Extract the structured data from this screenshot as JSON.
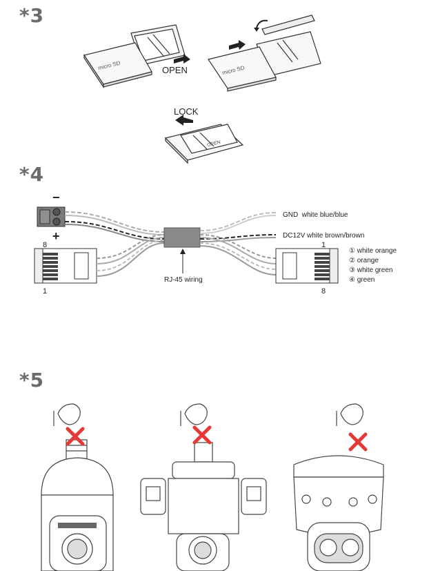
{
  "sections": [
    {
      "heading": "*3"
    },
    {
      "heading": "*4"
    },
    {
      "heading": "*5"
    }
  ],
  "sd_card": {
    "card_text": "micro SD",
    "open_label": "OPEN",
    "lock_label": "LOCK",
    "tray_text": "OPEN"
  },
  "wiring": {
    "minus_label": "−",
    "plus_label": "+",
    "gnd_label": "GND  white blue/blue",
    "dc_label": "DC12V white brown/brown",
    "rj45_label": "RJ-45 wiring",
    "left_pin_top": "8",
    "left_pin_bottom": "1",
    "right_pin_top": "1",
    "right_pin_bottom": "8",
    "pairs": [
      {
        "label": "① white orange"
      },
      {
        "label": "② orange"
      },
      {
        "label": "③ white green"
      },
      {
        "label": "④ green"
      }
    ]
  },
  "icons": {
    "prohibited": "x-mark-icon",
    "prohibited_color": "#e53935"
  }
}
